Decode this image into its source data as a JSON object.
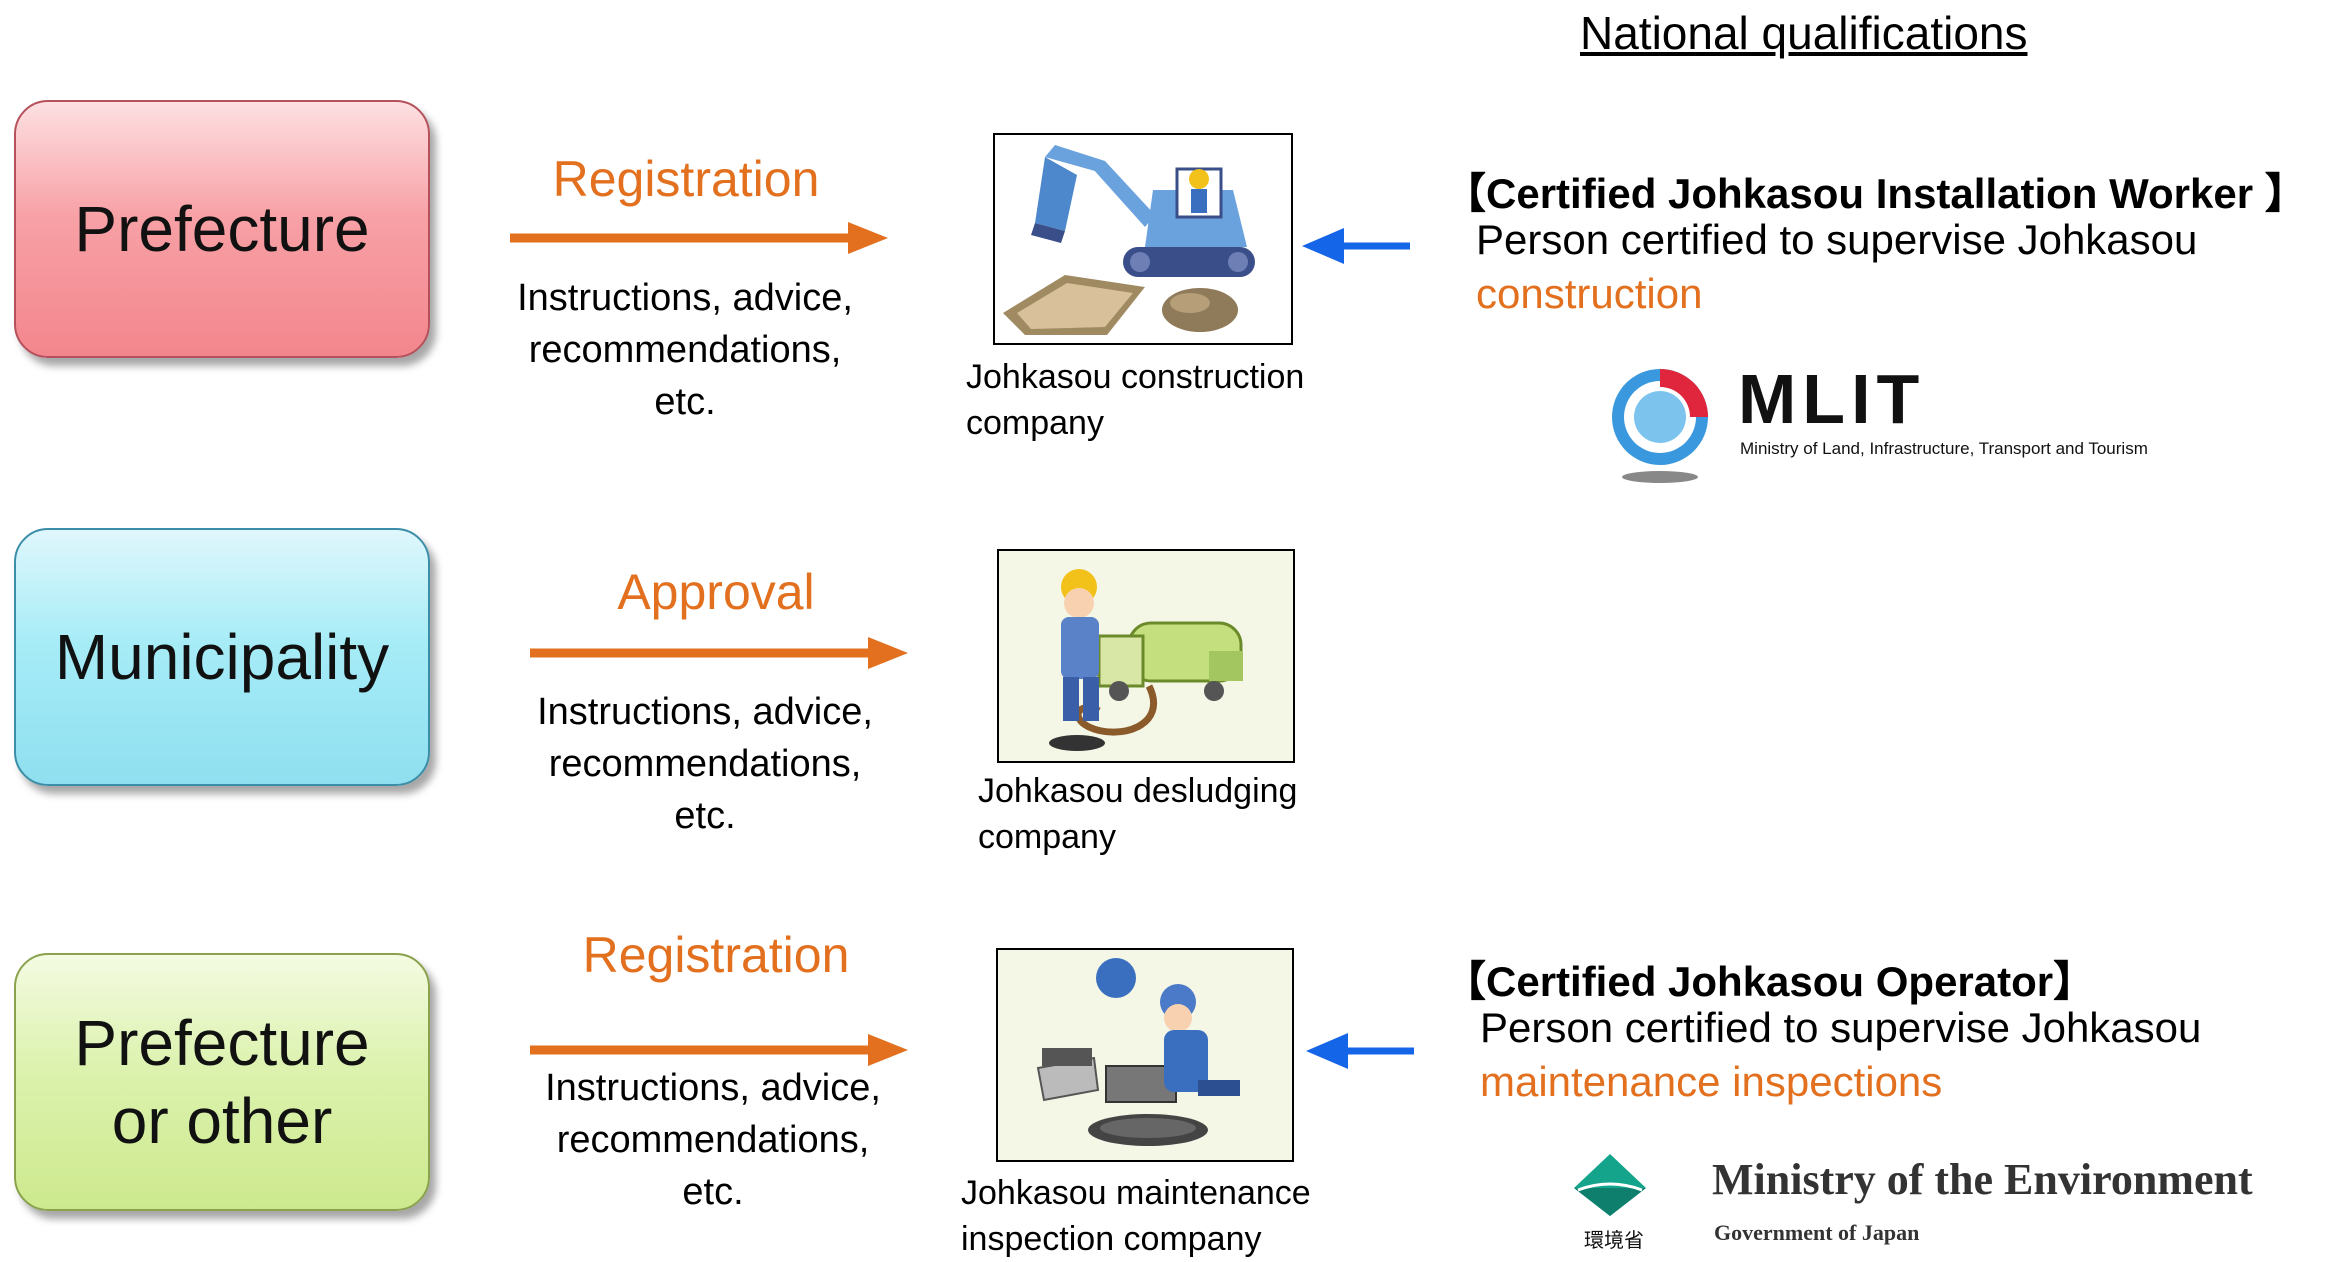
{
  "header": {
    "national_qualifications": "National qualifications"
  },
  "rows": [
    {
      "authority": "Prefecture",
      "relation": "Registration",
      "instructions": [
        "Instructions, advice,",
        "recommendations,",
        "etc."
      ],
      "company": [
        "Johkasou construction",
        "company"
      ]
    },
    {
      "authority": "Municipality",
      "relation": "Approval",
      "instructions": [
        "Instructions, advice,",
        "recommendations,",
        "etc."
      ],
      "company": [
        "Johkasou desludging",
        "company"
      ]
    },
    {
      "authority": "Prefecture or other",
      "authority_lines": [
        "Prefecture",
        "or other"
      ],
      "relation": "Registration",
      "instructions": [
        "Instructions, advice,",
        "recommendations,",
        "etc."
      ],
      "company": [
        "Johkasou maintenance",
        "inspection company"
      ]
    }
  ],
  "qualifications": [
    {
      "title": "【Certified Johkasou Installation Worker 】",
      "desc_line1": "Person certified to supervise Johkasou",
      "desc_highlight": "construction"
    },
    {
      "title": "【Certified Johkasou Operator】",
      "desc_line1": "Person certified to supervise Johkasou",
      "desc_highlight": "maintenance inspections"
    }
  ],
  "logos": {
    "mlit": {
      "wordmark": "MLIT",
      "subtitle": "Ministry of Land, Infrastructure, Transport and Tourism"
    },
    "moe": {
      "name": "Ministry of the Environment",
      "subtitle": "Government of Japan",
      "kanji": "環境省"
    }
  },
  "colors": {
    "relation_arrow": "#e2701e",
    "qualification_arrow": "#1565e8",
    "highlight_text": "#e2701e"
  },
  "icons": [
    "excavator-icon",
    "desludging-truck-icon",
    "inspection-worker-icon",
    "mlit-logo-icon",
    "moe-logo-icon"
  ]
}
